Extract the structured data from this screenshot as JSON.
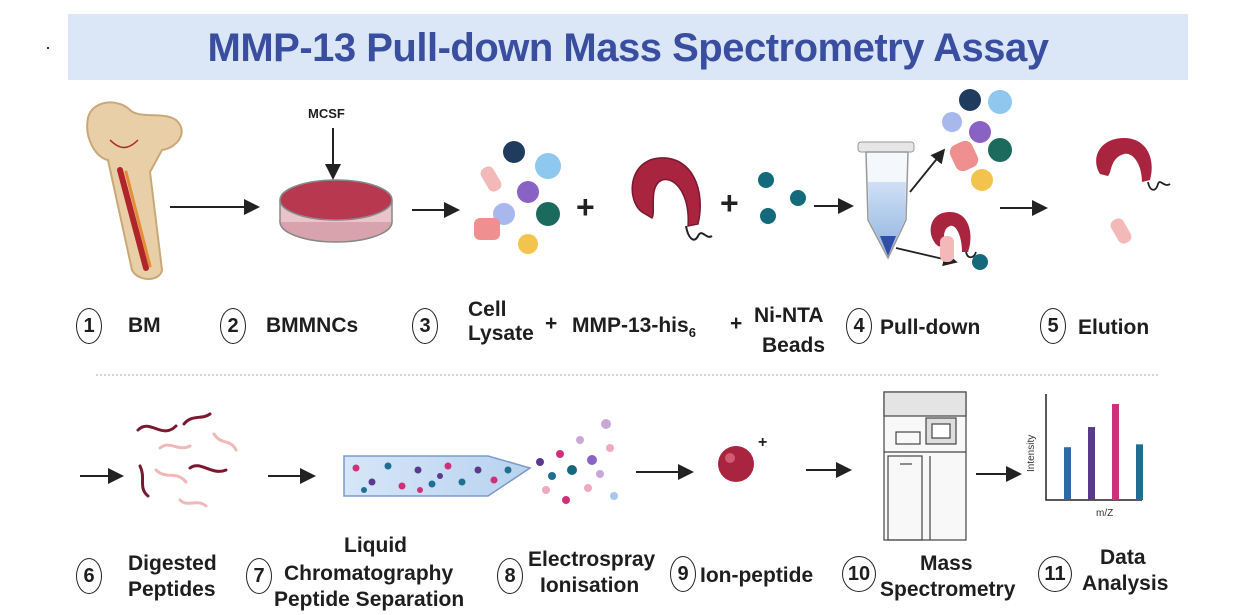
{
  "title": "MMP-13 Pull-down Mass Spectrometry Assay",
  "steps_top": [
    {
      "number": "1",
      "label": "BM"
    },
    {
      "number": "2",
      "label": "BMMNCs"
    },
    {
      "number": "3",
      "label_line1": "Cell",
      "label_line2": "Lysate"
    },
    {
      "number": "4",
      "label": "Pull-down"
    },
    {
      "number": "5",
      "label": "Elution"
    }
  ],
  "reagents": {
    "mmp13": "MMP-13-his",
    "mmp13_subscript": "6",
    "beads_line1": "Ni-NTA",
    "beads_line2": "Beads",
    "plus": "+"
  },
  "annotations": {
    "mcsf": "MCSF",
    "ion_charge": "+",
    "chart_ylabel": "Intensity",
    "chart_xlabel": "m/Z"
  },
  "steps_bottom": [
    {
      "number": "6",
      "label_line1": "Digested",
      "label_line2": "Peptides"
    },
    {
      "number": "7",
      "label_line1": "Liquid",
      "label_line2": "Chromatography",
      "label_line3": "Peptide Separation"
    },
    {
      "number": "8",
      "label_line1": "Electrospray",
      "label_line2": "Ionisation"
    },
    {
      "number": "9",
      "label": "Ion-peptide"
    },
    {
      "number": "10",
      "label_line1": "Mass",
      "label_line2": "Spectrometry"
    },
    {
      "number": "11",
      "label_line1": "Data",
      "label_line2": "Analysis"
    }
  ],
  "colors": {
    "title": "#3a4ea0",
    "banner": "#dbe7f6",
    "protein": "#a8243f",
    "bead": "#136a7a",
    "bar_blue": "#2f6aa8",
    "bar_purple": "#5a3a8c",
    "bar_pink": "#d0307a",
    "bar_teal": "#1f6f92"
  }
}
